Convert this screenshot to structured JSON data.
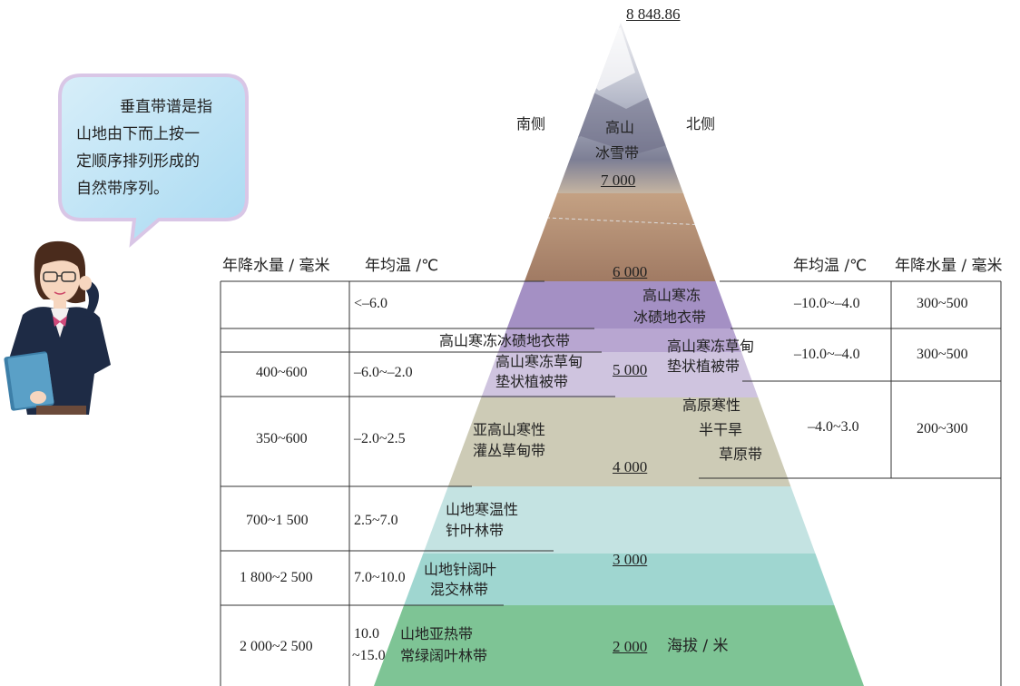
{
  "peak_label": "8 848.86",
  "south_side": "南侧",
  "north_side": "北侧",
  "sea_level_label": "海拔 / 米",
  "elevations": [
    "7 000",
    "6 000",
    "5 000",
    "4 000",
    "3 000",
    "2 000"
  ],
  "speech_bubble": {
    "lines": [
      "垂直带谱是指",
      "山地由下而上按一",
      "定顺序排列形成的",
      "自然带序列。"
    ]
  },
  "left_headers": {
    "precip": "年降水量 / 毫米",
    "temp": "年均温 /℃"
  },
  "right_headers": {
    "temp": "年均温 /℃",
    "precip": "年降水量 / 毫米"
  },
  "left_rows": [
    {
      "precip": "",
      "temp": "<–6.0"
    },
    {
      "precip": "400~600",
      "temp": "–6.0~–2.0"
    },
    {
      "precip": "350~600",
      "temp": "–2.0~2.5"
    },
    {
      "precip": "700~1 500",
      "temp": "2.5~7.0"
    },
    {
      "precip": "1 800~2 500",
      "temp": "7.0~10.0"
    },
    {
      "precip": "2 000~2 500",
      "temp_line1": "10.0",
      "temp_line2": "~15.0"
    }
  ],
  "right_rows": [
    {
      "temp": "–10.0~–4.0",
      "precip": "300~500"
    },
    {
      "temp": "–10.0~–4.0",
      "precip": "300~500"
    },
    {
      "temp": "–4.0~3.0",
      "precip": "200~300"
    }
  ],
  "zones": {
    "snow": [
      "高山",
      "冰雪带"
    ],
    "frozen_tundra_north": [
      "高山寒冻",
      "冰碛地衣带"
    ],
    "frozen_tundra_south": "高山寒冻冰碛地衣带",
    "meadow_south": [
      "高山寒冻草甸",
      "垫状植被带"
    ],
    "meadow_north": [
      "高山寒冻草甸",
      "垫状植被带"
    ],
    "shrub_south": [
      "亚高山寒性",
      "灌丛草甸带"
    ],
    "steppe_north": [
      "高原寒性",
      "半干旱",
      "草原带"
    ],
    "conifer": [
      "山地寒温性",
      "针叶林带"
    ],
    "mixed": [
      "山地针阔叶",
      "混交林带"
    ],
    "broadleaf": [
      "山地亚热带",
      "常绿阔叶林带"
    ]
  },
  "colors": {
    "broadleaf": "#7ec495",
    "mixed": "#9fd6d0",
    "conifer": "#c4e3e2",
    "shrub": "#cdcbb6",
    "meadow": "#cfc4df",
    "tundra": "#a490c4",
    "rock": "#a9836a",
    "bubble": "#bfe3f5"
  }
}
